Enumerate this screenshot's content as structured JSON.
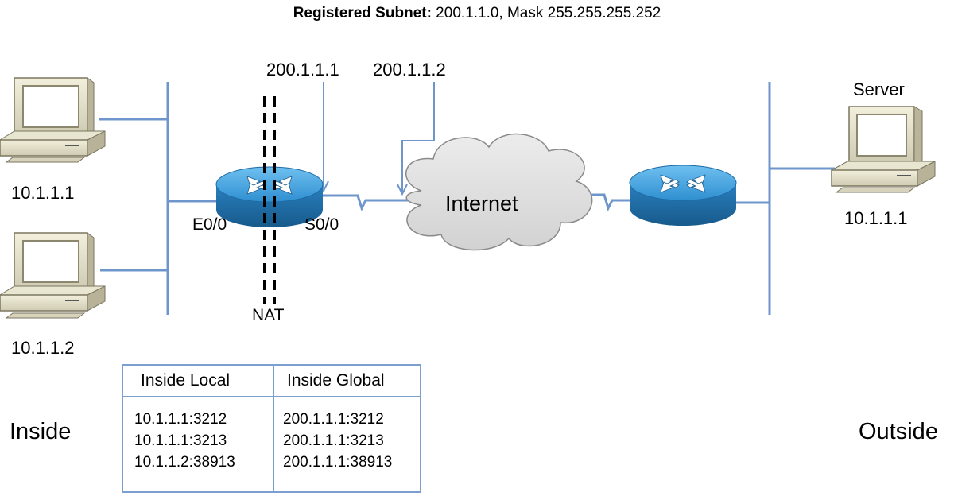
{
  "title": {
    "bold": "Registered Subnet:",
    "rest": " 200.1.1.0, Mask 255.255.255.252"
  },
  "labels": {
    "pc1_ip": "10.1.1.1",
    "pc2_ip": "10.1.1.2",
    "router_e0": "E0/0",
    "router_s0": "S0/0",
    "nat": "NAT",
    "addr_router": "200.1.1.1",
    "addr_isp": "200.1.1.2",
    "cloud": "Internet",
    "server_name": "Server",
    "server_ip": "10.1.1.1",
    "inside": "Inside",
    "outside": "Outside"
  },
  "nat_table": {
    "headers": [
      "Inside Local",
      "Inside Global"
    ],
    "rows": [
      [
        "10.1.1.1:3212",
        "200.1.1.1:3212"
      ],
      [
        "10.1.1.1:3213",
        "200.1.1.1:3213"
      ],
      [
        "10.1.1.2:38913",
        "200.1.1.1:38913"
      ]
    ]
  },
  "colors": {
    "link": "#6f96cc",
    "router_top": "#3a9ad9",
    "router_side": "#1f6fa8",
    "cloud": "#e0e0e0",
    "pc_body": "#e9e6d2"
  }
}
